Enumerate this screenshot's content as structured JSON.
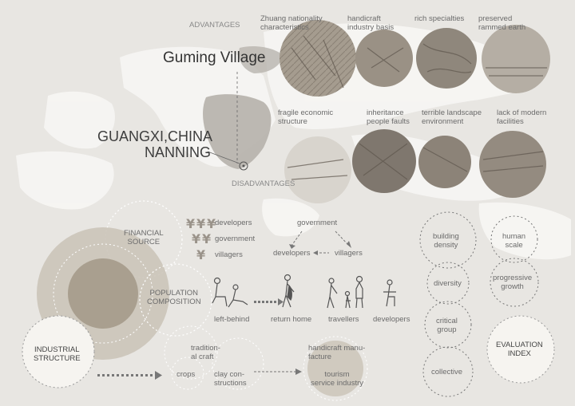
{
  "title": "Guming Village",
  "location": {
    "line1": "GUANGXI,CHINA",
    "line2": "NANNING"
  },
  "advantages": {
    "header": "ADVANTAGES",
    "items": [
      "Zhuang nationality\ncharacteristics",
      "handicraft\nindustry basis",
      "rich specialties",
      "preserved\nrammed earth"
    ]
  },
  "disadvantages": {
    "header": "DISADVANTAGES",
    "items": [
      "fragile economic\nstructure",
      "inheritance\npeople faults",
      "terrible landscape\nenvironment",
      "lack of modern\nfacilities"
    ]
  },
  "financial": {
    "label": "FINANCIAL\nSOURCE",
    "sources": [
      "developers",
      "government",
      "villagers"
    ],
    "flow": {
      "top": "government",
      "left": "developers",
      "right": "villagers"
    }
  },
  "population": {
    "label": "POPULATION\nCOMPOSITION",
    "groups": [
      "left-behind",
      "return home",
      "travellers",
      "developers"
    ]
  },
  "industrial": {
    "label": "INDUSTRIAL\nSTRUCTURE",
    "current": [
      "tradition-\nal craft",
      "crops",
      "clay con-\nstructions"
    ],
    "future": [
      "handicraft manu-\nfacture",
      "tourism\nservice industry"
    ]
  },
  "evaluation": {
    "label": "EVALUATION\nINDEX",
    "items": [
      "building\ndensity",
      "human\nscale",
      "diversity",
      "progressive\ngrowth",
      "critical\ngroup",
      "collective"
    ]
  },
  "colors": {
    "background": "#e8e6e2",
    "bubble": "#c9c2b6",
    "bubble_dark": "#a99f8f",
    "map": "#ffffff",
    "china": "#b8b4ae"
  },
  "icons": {
    "currency": "yen-icon",
    "figures": "person-icon"
  }
}
